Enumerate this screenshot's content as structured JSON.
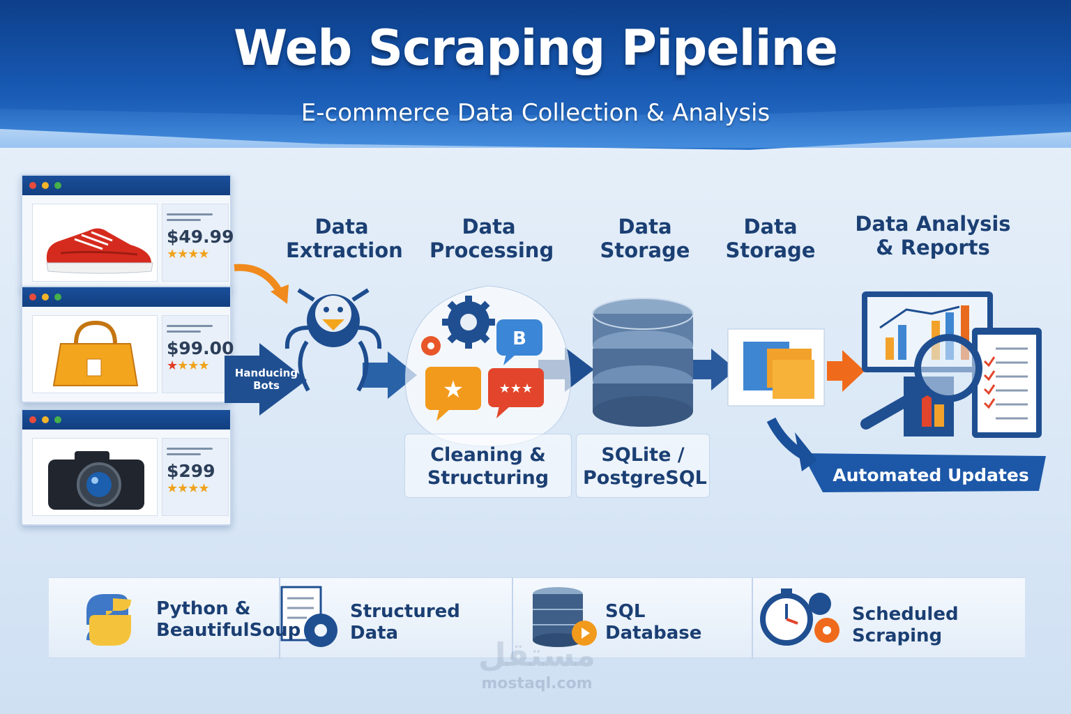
{
  "header": {
    "title": "Web Scraping Pipeline",
    "subtitle": "E-commerce Data Collection & Analysis"
  },
  "products": [
    {
      "price": "$49.99",
      "icon": "sneaker-icon"
    },
    {
      "price": "$99.00",
      "icon": "handbag-icon"
    },
    {
      "price": "$299",
      "icon": "camera-icon"
    }
  ],
  "bots_label": "Handucing Bots",
  "stages": {
    "extraction": "Data Extraction",
    "processing": "Data Processing",
    "storage_1": "Data Storage",
    "storage_2": "Data Storage",
    "analysis": "Data Analysis & Reports"
  },
  "panels": {
    "processing_caption": "Cleaning & Structuring",
    "storage_caption": "SQLite / PostgreSQL",
    "chat_letter": "B"
  },
  "banner": "Automated Updates",
  "features": [
    {
      "label": "Python & BeautifulSoup",
      "icon": "python-icon"
    },
    {
      "label": "Structured Data",
      "icon": "document-gear-icon"
    },
    {
      "label": "SQL Database",
      "icon": "database-icon"
    },
    {
      "label": "Scheduled Scraping",
      "icon": "stopwatch-gear-icon"
    }
  ],
  "watermark": {
    "arabic": "مستقل",
    "site": "mostaql.com"
  },
  "colors": {
    "header_dark": "#0d3f8a",
    "text_navy": "#1b3f73",
    "arrow_orange": "#f08a1c",
    "arrow_navy": "#1f4f91",
    "star_gold": "#f0a21b"
  }
}
